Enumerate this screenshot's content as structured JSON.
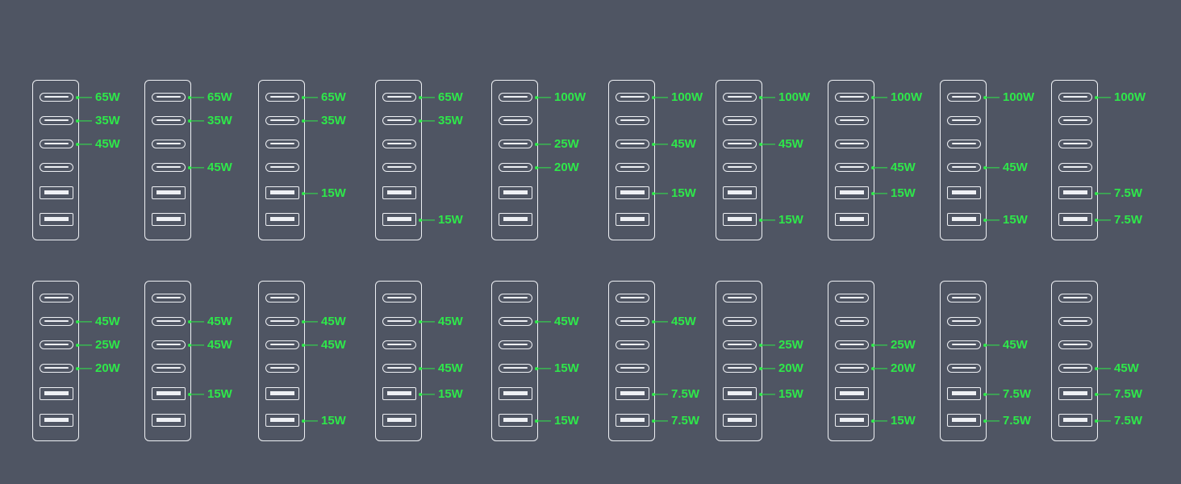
{
  "colors": {
    "background": "#4f5563",
    "outline": "#eef0f4",
    "label": "#2ee84a"
  },
  "port_layout": [
    "usb-c",
    "usb-c",
    "usb-c",
    "usb-c",
    "usb-a",
    "usb-a"
  ],
  "rows": [
    {
      "configs": [
        {
          "labels": [
            "65W",
            "35W",
            "45W",
            null,
            null,
            null
          ]
        },
        {
          "labels": [
            "65W",
            "35W",
            null,
            "45W",
            null,
            null
          ]
        },
        {
          "labels": [
            "65W",
            "35W",
            null,
            null,
            "15W",
            null
          ]
        },
        {
          "labels": [
            "65W",
            "35W",
            null,
            null,
            null,
            "15W"
          ]
        },
        {
          "labels": [
            "100W",
            null,
            "25W",
            "20W",
            null,
            null
          ]
        },
        {
          "labels": [
            "100W",
            null,
            "45W",
            null,
            "15W",
            null
          ]
        },
        {
          "labels": [
            "100W",
            null,
            "45W",
            null,
            null,
            "15W"
          ]
        },
        {
          "labels": [
            "100W",
            null,
            null,
            "45W",
            "15W",
            null
          ]
        },
        {
          "labels": [
            "100W",
            null,
            null,
            "45W",
            null,
            "15W"
          ]
        },
        {
          "labels": [
            "100W",
            null,
            null,
            null,
            "7.5W",
            "7.5W"
          ]
        }
      ]
    },
    {
      "configs": [
        {
          "labels": [
            null,
            "45W",
            "25W",
            "20W",
            null,
            null
          ]
        },
        {
          "labels": [
            null,
            "45W",
            "45W",
            null,
            "15W",
            null
          ]
        },
        {
          "labels": [
            null,
            "45W",
            "45W",
            null,
            null,
            "15W"
          ]
        },
        {
          "labels": [
            null,
            "45W",
            null,
            "45W",
            "15W",
            null
          ]
        },
        {
          "labels": [
            null,
            "45W",
            null,
            "15W",
            null,
            "15W"
          ]
        },
        {
          "labels": [
            null,
            "45W",
            null,
            null,
            "7.5W",
            "7.5W"
          ]
        },
        {
          "labels": [
            null,
            null,
            "25W",
            "20W",
            "15W",
            null
          ]
        },
        {
          "labels": [
            null,
            null,
            "25W",
            "20W",
            null,
            "15W"
          ]
        },
        {
          "labels": [
            null,
            null,
            "45W",
            null,
            "7.5W",
            "7.5W"
          ]
        },
        {
          "labels": [
            null,
            null,
            null,
            "45W",
            "7.5W",
            "7.5W"
          ]
        }
      ]
    }
  ]
}
